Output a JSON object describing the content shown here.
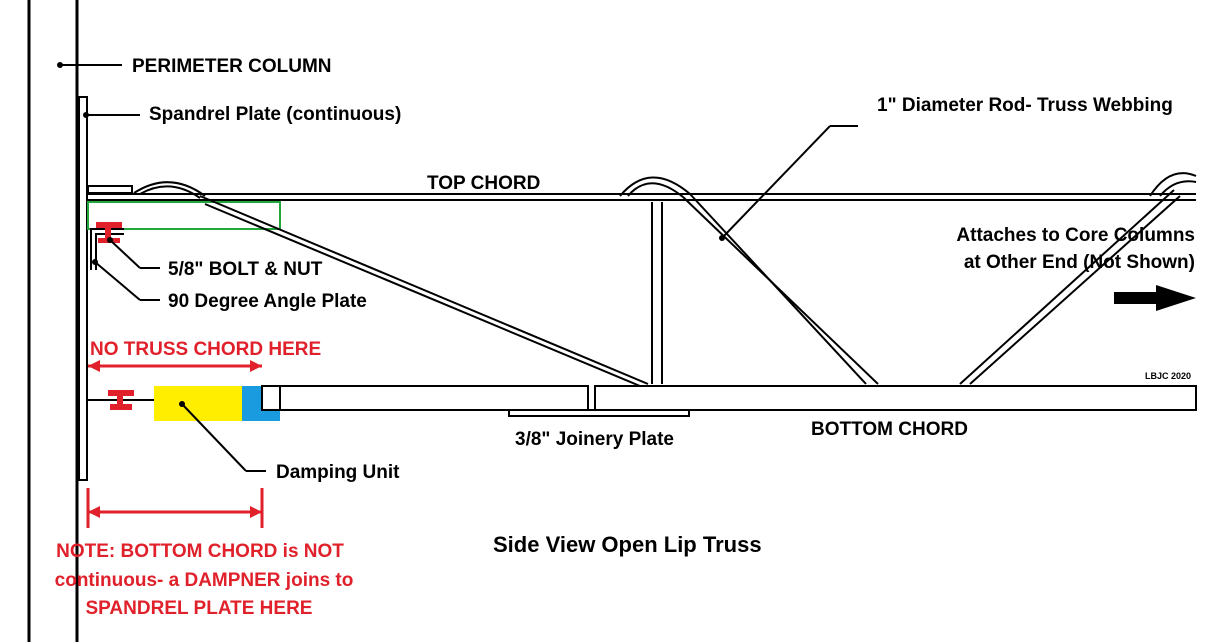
{
  "labels": {
    "perimeter_column": "PERIMETER COLUMN",
    "spandrel_plate": "Spandrel Plate (continuous)",
    "rod_webbing": "1\" Diameter Rod- Truss Webbing",
    "top_chord": "TOP CHORD",
    "attaches_line1": "Attaches to Core Columns",
    "attaches_line2": "at Other End (Not Shown)",
    "bolt_nut": "5/8\" BOLT & NUT",
    "angle_plate": "90 Degree Angle Plate",
    "no_truss_chord": "NO TRUSS CHORD HERE",
    "credit": "LBJC 2020",
    "joinery_plate": "3/8\" Joinery Plate",
    "bottom_chord": "BOTTOM CHORD",
    "damping_unit": "Damping Unit",
    "title": "Side View Open Lip Truss",
    "note_line1": "NOTE: BOTTOM CHORD is NOT",
    "note_line2": "continuous- a DAMPNER joins to",
    "note_line3": "SPANDREL PLATE HERE"
  },
  "colors": {
    "annotation_red": "#e0212b",
    "damping_yellow": "#ffee00",
    "damping_blue": "#1a9be0",
    "angle_green": "#22a83a"
  }
}
